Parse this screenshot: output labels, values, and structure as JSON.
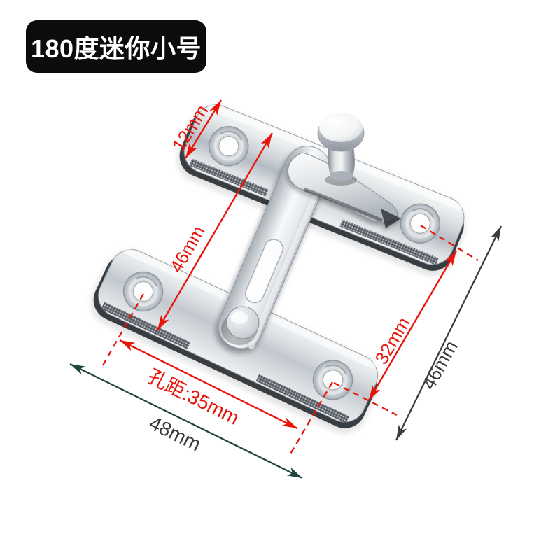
{
  "badge": {
    "text": "180度迷你小号"
  },
  "dimensions": {
    "plate_width": {
      "label": "12mm",
      "color": "#e8150b"
    },
    "arm_length": {
      "label": "46mm",
      "color": "#e8150b"
    },
    "hole_offset": {
      "label": "32mm",
      "color": "#e8150b"
    },
    "hole_spacing": {
      "label": "孔距:35mm",
      "color": "#e8150b"
    },
    "plate_length": {
      "label": "48mm",
      "color": "#35393c"
    },
    "overall_height": {
      "label": "46mm",
      "color": "#35393c"
    }
  },
  "colors": {
    "background": "#ffffff",
    "badge_background": "#0c0c0c",
    "badge_text": "#ffffff",
    "dimension_red": "#e8150b",
    "dimension_line_teal": "#1e463e",
    "dimension_line_dark": "#3a3d40",
    "dimension_text_dark": "#35393c",
    "steel_light": "#f2f4f5",
    "steel_dark": "#9aa1a8"
  }
}
